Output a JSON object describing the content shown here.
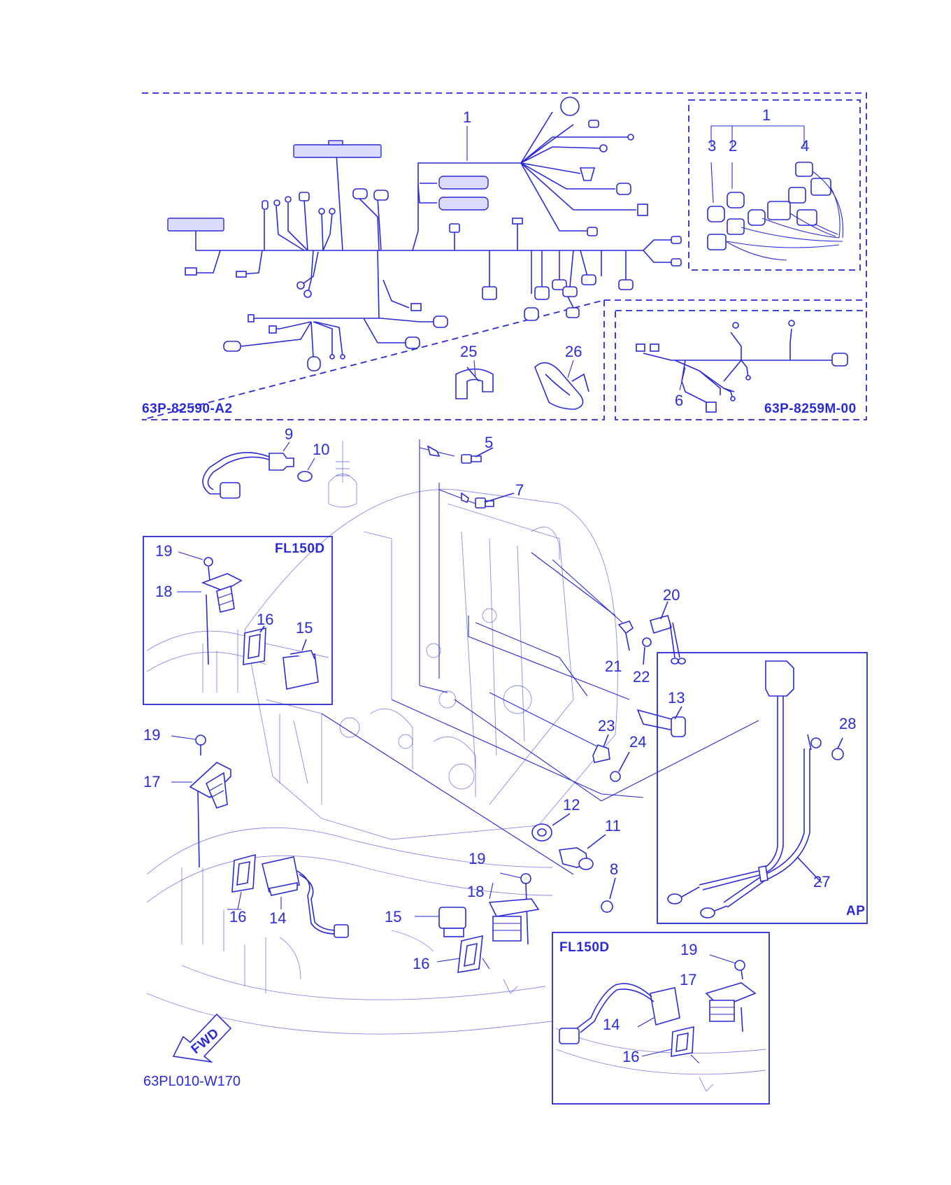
{
  "colors": {
    "ink": "#2a2ad8",
    "background": "#ffffff"
  },
  "codes": {
    "harness_main": "63P-82590-A2",
    "harness_sub": "63P-8259M-00",
    "illustration": "63PL010-W170"
  },
  "insets": {
    "fl150d_top": "FL150D",
    "fl150d_bottom": "FL150D",
    "ap": "AP"
  },
  "fwd_arrow": "FWD",
  "refs": {
    "r1_main": "1",
    "r1_box": "1",
    "r2": "2",
    "r3": "3",
    "r4": "4",
    "r25": "25",
    "r26": "26",
    "r6": "6",
    "r9": "9",
    "r10": "10",
    "r5": "5",
    "r7": "7",
    "r19_a": "19",
    "r18_a": "18",
    "r16_a": "16",
    "r15_a": "15",
    "r20": "20",
    "r21": "21",
    "r22": "22",
    "r13": "13",
    "r23": "23",
    "r24": "24",
    "r28": "28",
    "r19_b": "19",
    "r17_a": "17",
    "r12": "12",
    "r11": "11",
    "r19_c": "19",
    "r8": "8",
    "r18_b": "18",
    "r15_b": "15",
    "r16_b": "16",
    "r14_a": "14",
    "r16_c": "16",
    "r27": "27",
    "r19_d": "19",
    "r17_b": "17",
    "r14_b": "14",
    "r16_d": "16"
  }
}
